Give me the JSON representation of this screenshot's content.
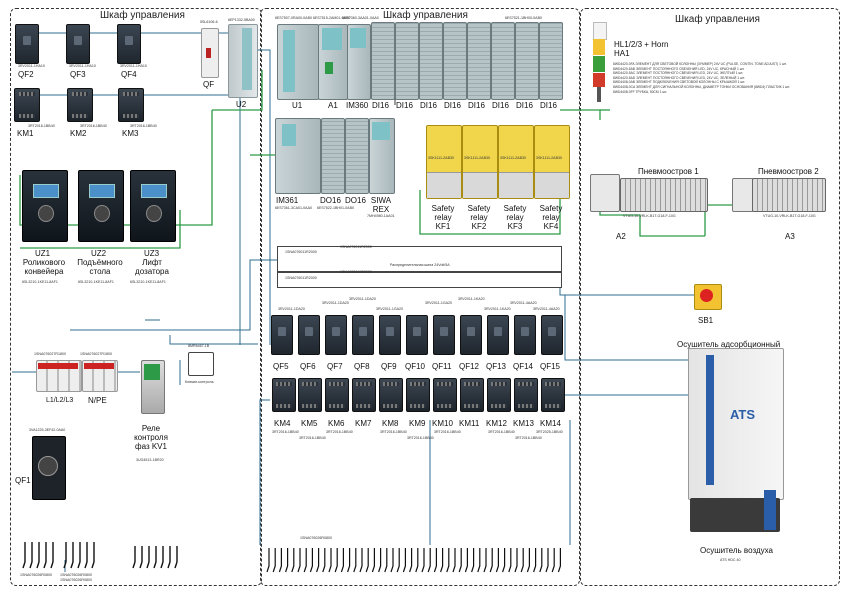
{
  "cabinets": {
    "left_title": "Шкаф управления",
    "center_title": "Шкаф управления",
    "right_title": "Шкаф управления"
  },
  "breakers_top": [
    {
      "label": "QF2",
      "code": "3RV2011-1HA10"
    },
    {
      "label": "QF3",
      "code": "3RV2011-1HA10"
    },
    {
      "label": "QF4",
      "code": "3RV2011-1HA10"
    }
  ],
  "contactors_top": [
    {
      "label": "KM1",
      "code": "3RT2016-1BB40"
    },
    {
      "label": "KM2",
      "code": "3RT2016-1BB40"
    },
    {
      "label": "KM3",
      "code": "3RT2016-1BB40"
    }
  ],
  "qf": {
    "label": "QF",
    "code": "5SL6106-6"
  },
  "u2": {
    "label": "U2",
    "code": "6EP1332-5BA00"
  },
  "drives": [
    {
      "label": "UZ1",
      "name": "Роликового конвейера",
      "code": "6SL3210-1KE11-8AF1"
    },
    {
      "label": "UZ2",
      "name": "Подъёмного стола",
      "code": "6SL3210-1KE11-8AF1"
    },
    {
      "label": "UZ3",
      "name": "Лифт дозатора",
      "code": "6SL3210-1KE11-8AF1"
    }
  ],
  "plc_top": {
    "u1": {
      "label": "U1",
      "code": "6ES7507-0RA00-0AB0"
    },
    "a1": {
      "label": "A1",
      "code": "6ES7515-2AM01-0AB0"
    },
    "im360": {
      "label": "IM360",
      "code": "6ES7360-3AA01-0AA0"
    },
    "di": [
      "DI16",
      "DI16",
      "DI16",
      "DI16",
      "DI16",
      "DI16",
      "DI16",
      "DI16"
    ],
    "di_code": "6ES7521-1BH00-0AB0"
  },
  "plc_bottom": {
    "im361": {
      "label": "IM361",
      "code": "6ES7361-3CA01-0AA0"
    },
    "do16": [
      {
        "label": "DO16",
        "code": "6ES7522-1BH01-0AB0"
      },
      {
        "label": "DO16"
      }
    ],
    "siwarex": {
      "label": "SIWA REX",
      "code": "7MH4980-1AA01"
    }
  },
  "safety_relays": [
    {
      "label": "Safety relay KF1",
      "code": "3SK1111-2AB30"
    },
    {
      "label": "Safety relay KF2",
      "code": "3SK1111-2AB30"
    },
    {
      "label": "Safety relay KF3",
      "code": "3SK1111-2AB30"
    },
    {
      "label": "Safety relay KF4",
      "code": "3SK1111-2AB30"
    }
  ],
  "busbars": {
    "top_code_left": "1SNA076011R2000",
    "top_code_right": "1SNA076011R2000",
    "top_middle_text": "Распределительная шина 24Volt/5A",
    "bottom_code_left": "1SNA076011R2000",
    "bottom_code_right": "1SNA076011R2000"
  },
  "breakers_mid": [
    {
      "label": "QF5",
      "code": "3RV2011-1DA20"
    },
    {
      "label": "QF6",
      "code": "3RV2011-1DA20"
    },
    {
      "label": "QF7",
      "code": "3RV2011-1DA20"
    },
    {
      "label": "QF8",
      "code": "3RV2011-1DA20"
    },
    {
      "label": "QF9",
      "code": "3RV2011-1GA20"
    },
    {
      "label": "QF10",
      "code": "3RV2011-1GA20"
    },
    {
      "label": "QF11",
      "code": "3RV2011-1GA20"
    },
    {
      "label": "QF12",
      "code": "3RV2011-1KA20"
    },
    {
      "label": "QF13",
      "code": "3RV2011-1KA20"
    },
    {
      "label": "QF14",
      "code": "3RV2011-4AA20"
    },
    {
      "label": "QF15",
      "code": "3RV2011-4AA20"
    }
  ],
  "contactors_mid": [
    {
      "label": "KM4",
      "code": "3RT2016-1BB40"
    },
    {
      "label": "KM5",
      "code": "3RT2016-1BB40"
    },
    {
      "label": "KM6",
      "code": "3RT2016-1BB40"
    },
    {
      "label": "KM7",
      "code": "3RT2016-1BB40"
    },
    {
      "label": "KM8",
      "code": "3RT2016-1BB40"
    },
    {
      "label": "KM9",
      "code": "3RT2016-1BB40"
    },
    {
      "label": "KM10",
      "code": "3RT2016-1BB40"
    },
    {
      "label": "KM11",
      "code": "3RT2016-1BB40"
    },
    {
      "label": "KM12",
      "code": "3RT2016-1BB40"
    },
    {
      "label": "KM13",
      "code": "3RT2016-1BB40"
    },
    {
      "label": "KM14",
      "code": "3RT2025-1BB40"
    }
  ],
  "neutral": {
    "l_label": "L1/L2/L3",
    "n_label": "N/PE",
    "code_left": "1SNA076027R1800",
    "code_right": "1SNA076027R1800"
  },
  "kv1": {
    "label": "Реле контроля фаз KV1",
    "code": "3UG4513-1BR20"
  },
  "climate": {
    "label": "Климат-контроль",
    "code": "8MR6467-1B"
  },
  "qf1": {
    "label": "QF1",
    "code": "3VA1225-3EF42-0AA0"
  },
  "signal_column": {
    "title": "HL1/2/3 + Horn HA1",
    "lines": [
      "8WD4420-0FA ЭЛЕМЕНТ ДЛЯ СВЕТОВОЙ КОЛОННЫ (ЗУММЕР) 24V UC (PULSE, CONTIN. TONE ADJUST) 1 шт.",
      "8WD4420-5AB ЭЛЕМЕНТ ПОСТОЯННОГО СВЕЧЕНИЯ LED, 24V UC, КРАСНЫЙ 1 шт.",
      "8WD4420-5AC ЭЛЕМЕНТ ПОСТОЯННОГО СВЕЧЕНИЯ LED, 24V UC, ЖЕЛТЫЙ 1 шт.",
      "8WD4420-5AD ЭЛЕМЕНТ ПОСТОЯННОГО СВЕЧЕНИЯ LED, 24V UC, ЗЕЛЕНЫЙ 1 шт.",
      "8WD4408-0AB ЭЛЕМЕНТ ПОДКЛЮЧЕНИЯ СВЕТОВОЙ КОЛОННЫ С КРЫШКОЙ 1 шт.",
      "8WD4408-0CA ЭЛЕМЕНТ ДЛЯ СИГНАЛЬНОЙ КОЛОННЫ, ДИАМЕТР ТОНКИ ОСНОВАНИЯ (8WD4) ПЛАСТИК 1 шт.",
      "8WD4408-0FF ТРУБКА, 50CM 1 шт."
    ]
  },
  "pneumatic": [
    {
      "label": "Пневмоостров 1",
      "code": "VTUG-10-VRLK-B1T-G18-F-10G",
      "tag": "A2"
    },
    {
      "label": "Пневмоостров 2",
      "code": "VTUG-10-VRLK-B1T-G18-F-10G",
      "tag": "A3"
    }
  ],
  "sb1": {
    "label": "SB1"
  },
  "dryer": {
    "top_title": "Осушитель адсорбционный",
    "bottom_title": "Осушитель воздуха",
    "code": "ATS HDC 40",
    "brand": "ATS"
  },
  "terminals_bottom_left": {
    "code_a": "1SNA076026R0800",
    "code_b": "1SNA076026R0800",
    "code_c": "1SNA076026R0800"
  },
  "terminals_center": {
    "code": "1SNA076026R0800"
  },
  "colors": {
    "wire_green": "#2d9a47",
    "wire_blue": "#2f6e8f",
    "plc_teal": "#7ec1c6",
    "relay_yellow": "#f1d64c"
  }
}
